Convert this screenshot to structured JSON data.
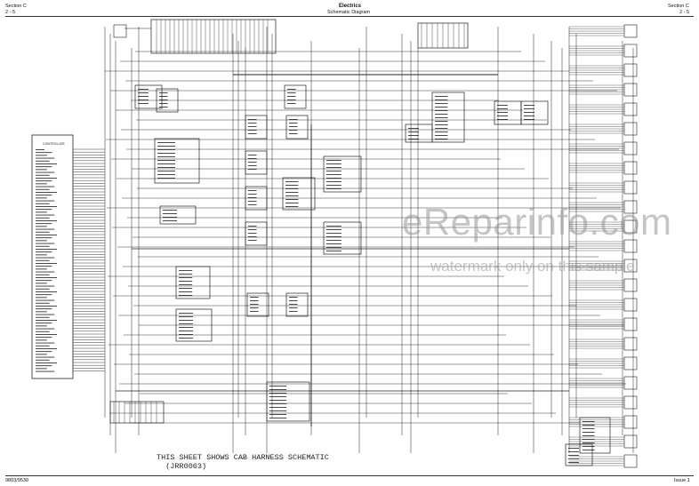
{
  "header": {
    "section_left": "Section C",
    "page_left": "2 - 5",
    "title": "Electrics",
    "subtitle": "Schematic Diagram",
    "section_right": "Section C",
    "page_right": "2 - 5"
  },
  "footer": {
    "doc_code": "9803/9530",
    "issue": "Issue 1"
  },
  "watermark": {
    "line1": "eReparinfo.com",
    "line2": "watermark only on this sample"
  },
  "diagram": {
    "note_line1": "THIS SHEET SHOWS CAB HARNESS SCHEMATIC",
    "note_line2": "(JRR0063)",
    "controller_label": "CONTROLLER"
  },
  "colors": {
    "wire": "#222222",
    "header_rule": "#333333",
    "watermark": "#9a9a9a"
  }
}
